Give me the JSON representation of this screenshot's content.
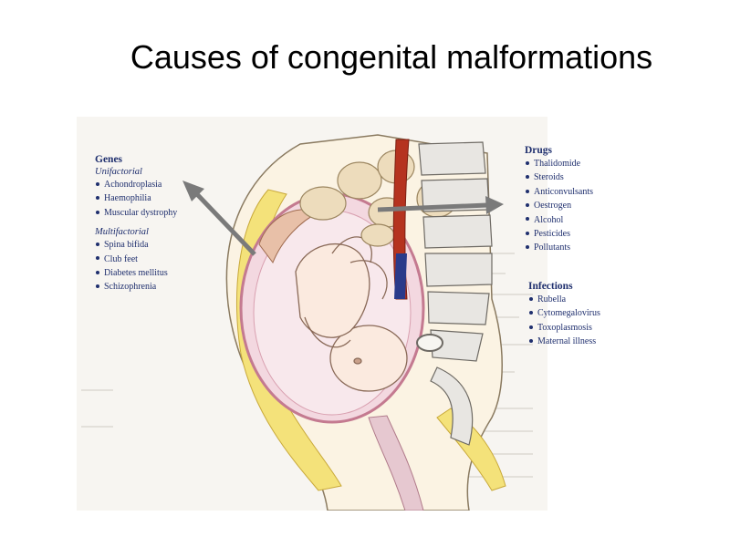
{
  "title": "Causes of congenital malformations",
  "genes": {
    "heading": "Genes",
    "unifactorial_label": "Unifactorial",
    "unifactorial": [
      "Achondroplasia",
      "Haemophilia",
      "Muscular dystrophy"
    ],
    "multifactorial_label": "Multifactorial",
    "multifactorial": [
      "Spina bifida",
      "Club feet",
      "Diabetes mellitus",
      "Schizophrenia"
    ]
  },
  "drugs": {
    "heading": "Drugs",
    "items": [
      "Thalidomide",
      "Steroids",
      "Anticonvulsants",
      "Oestrogen",
      "Alcohol",
      "Pesticides",
      "Pollutants"
    ]
  },
  "infections": {
    "heading": "Infections",
    "items": [
      "Rubella",
      "Cytomegalovirus",
      "Toxoplasmosis",
      "Maternal illness"
    ]
  },
  "colors": {
    "text": "#1f2f6e",
    "uterus_wall": "#e9b8c4",
    "fat_layer": "#f4e27a",
    "aorta": "#b5331f",
    "vein": "#2a3a8a",
    "spine": "#e8e6e2",
    "arrow": "#7a7a7a"
  }
}
